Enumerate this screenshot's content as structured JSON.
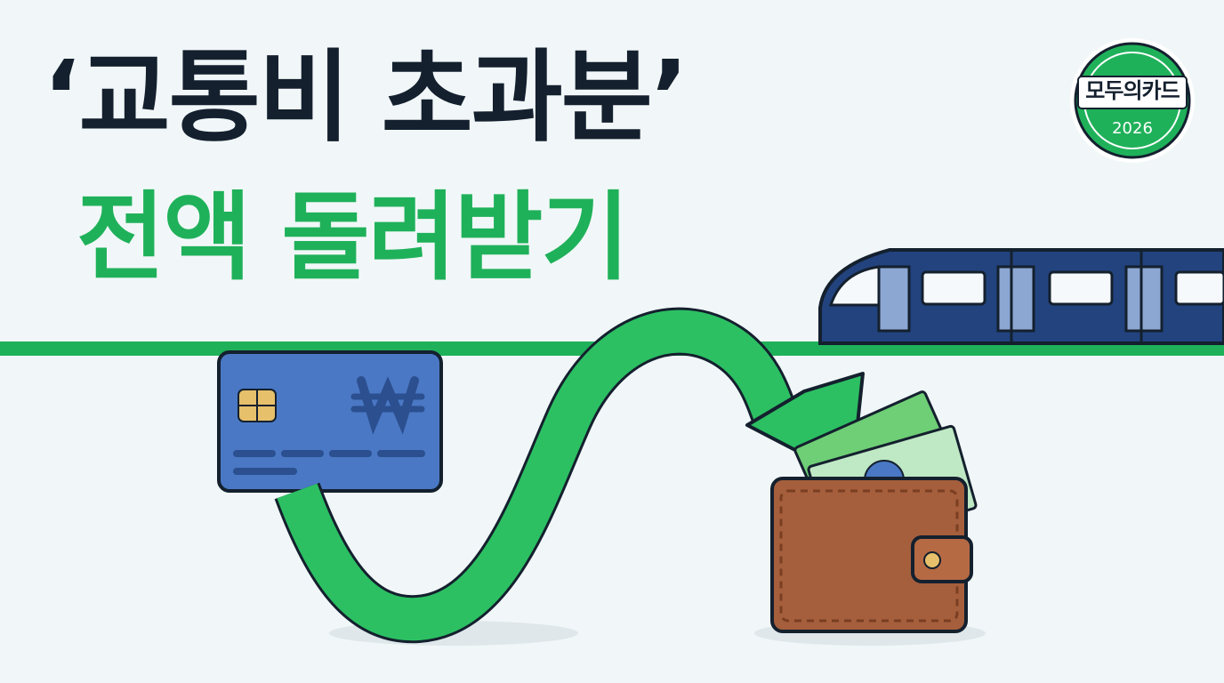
{
  "headline": {
    "line1": "‘교통비 초과분’",
    "line2": "전액 돌려받기"
  },
  "badge": {
    "brand": "모두의카드",
    "year": "2026"
  },
  "icons": {
    "card": "credit-card-icon",
    "chip": "card-chip-icon",
    "card_currency": "won-sign-icon",
    "arrow": "curved-arrow-icon",
    "wallet": "wallet-icon",
    "cash": "banknote-icon",
    "train": "subway-train-icon"
  },
  "colors": {
    "background": "#f1f7f8",
    "headline": "#14202e",
    "accent_green": "#1fb15a",
    "card_blue": "#4a78c4",
    "train_navy": "#22437e",
    "wallet_brown": "#a55f3c"
  }
}
